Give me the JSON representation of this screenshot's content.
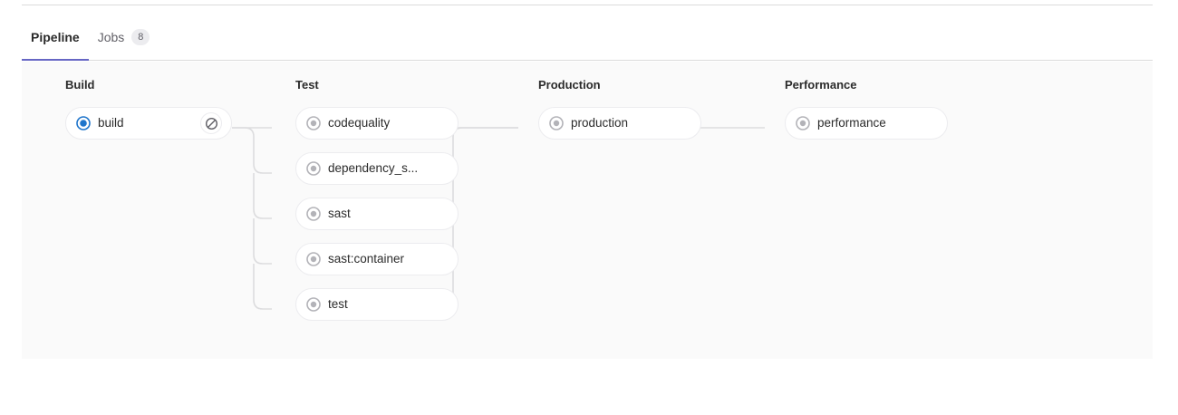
{
  "tabs": [
    {
      "label": "Pipeline",
      "active": true,
      "badge": null
    },
    {
      "label": "Jobs",
      "active": false,
      "badge": "8"
    }
  ],
  "colors": {
    "accent": "#6666c4",
    "running": "#1f75cb",
    "created": "#b3b3b8",
    "pill_border": "#ececef",
    "graph_bg": "#fafafa",
    "text": "#2b2b2b",
    "muted": "#626168",
    "link": "#dcdcde"
  },
  "pipeline": {
    "stages": [
      {
        "name": "Build",
        "jobs": [
          {
            "name": "build",
            "status": "running",
            "status_icon": "status-running-icon",
            "action": "cancel-icon"
          }
        ]
      },
      {
        "name": "Test",
        "jobs": [
          {
            "name": "codequality",
            "status": "created",
            "status_icon": "status-created-icon",
            "action": null
          },
          {
            "name": "dependency_s...",
            "status": "created",
            "status_icon": "status-created-icon",
            "action": null
          },
          {
            "name": "sast",
            "status": "created",
            "status_icon": "status-created-icon",
            "action": null
          },
          {
            "name": "sast:container",
            "status": "created",
            "status_icon": "status-created-icon",
            "action": null
          },
          {
            "name": "test",
            "status": "created",
            "status_icon": "status-created-icon",
            "action": null
          }
        ]
      },
      {
        "name": "Production",
        "jobs": [
          {
            "name": "production",
            "status": "created",
            "status_icon": "status-created-icon",
            "action": null
          }
        ]
      },
      {
        "name": "Performance",
        "jobs": [
          {
            "name": "performance",
            "status": "created",
            "status_icon": "status-created-icon",
            "action": null
          }
        ]
      }
    ]
  }
}
